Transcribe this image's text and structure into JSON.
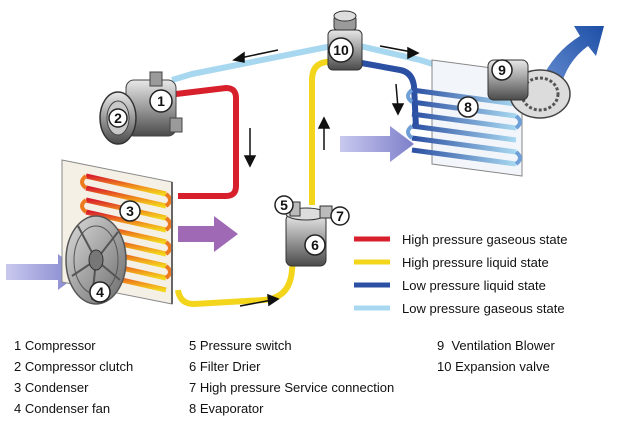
{
  "labels": {
    "n1": "1",
    "n2": "2",
    "n3": "3",
    "n4": "4",
    "n5": "5",
    "n6": "6",
    "n7": "7",
    "n8": "8",
    "n9": "9",
    "n10": "10"
  },
  "legend": [
    {
      "text": "High pressure gaseous state",
      "color": "#d8202c"
    },
    {
      "text": "High pressure liquid state",
      "color": "#f3d51c"
    },
    {
      "text": "Low pressure liquid state",
      "color": "#2b4fa2"
    },
    {
      "text": "Low pressure gaseous state",
      "color": "#a8d8f0"
    }
  ],
  "key": {
    "col1": [
      "1 Compressor",
      "2 Compressor clutch",
      "3 Condenser",
      "4 Condenser fan"
    ],
    "col2": [
      "5 Pressure switch",
      "6 Filter Drier",
      "7 High pressure Service connection",
      "8 Evaporator"
    ],
    "col3": [
      "9  Ventilation Blower",
      "10 Expansion valve"
    ]
  },
  "colors": {
    "red": "#d8202c",
    "yellow": "#f3d51c",
    "darkblue": "#2b4fa2",
    "lightblue": "#a8d8f0",
    "airflow": "#8e8fd0",
    "outflow": "#1d4fa6"
  }
}
